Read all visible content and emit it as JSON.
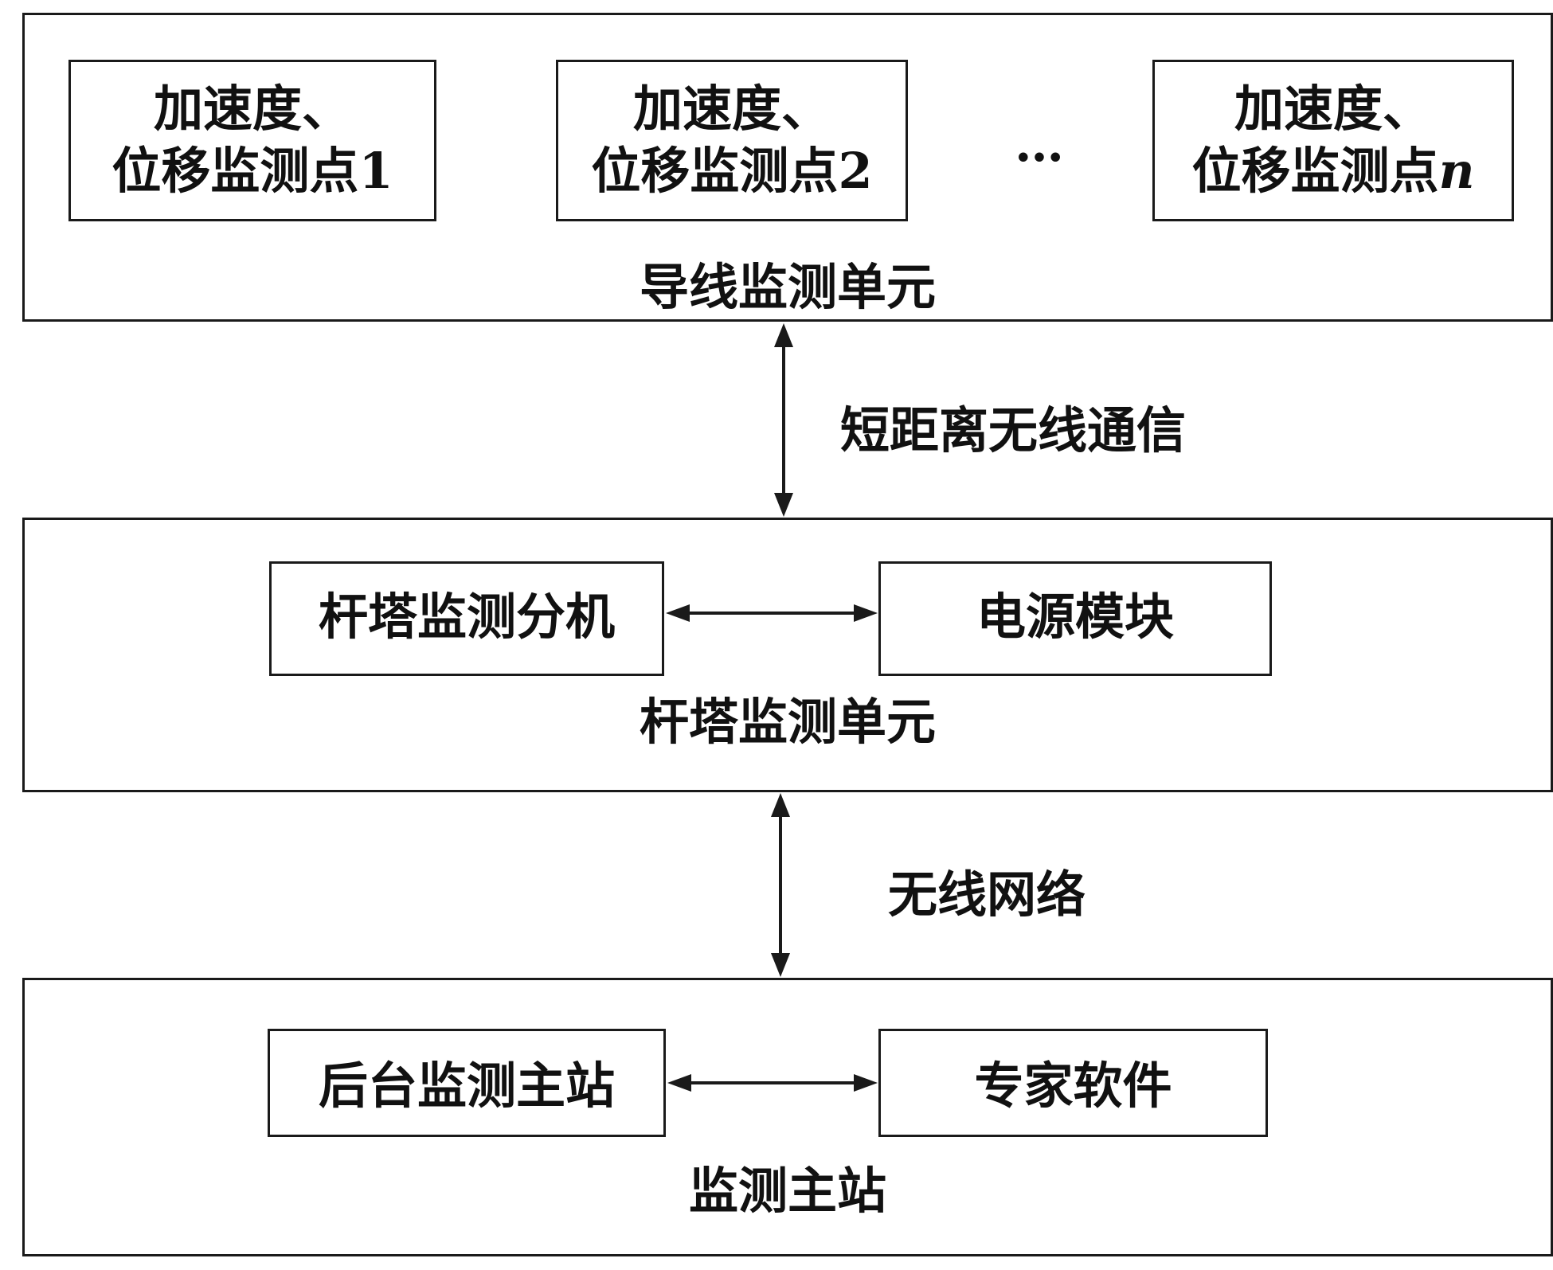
{
  "top_unit": {
    "label": "导线监测单元",
    "points": [
      {
        "line1": "加速度、",
        "line2": "位移监测点",
        "index": "1"
      },
      {
        "line1": "加速度、",
        "line2": "位移监测点",
        "index": "2"
      },
      {
        "line1": "加速度、",
        "line2": "位移监测点",
        "index": "n"
      }
    ],
    "ellipsis": "…"
  },
  "link_top": {
    "label": "短距离无线通信"
  },
  "middle_unit": {
    "label": "杆塔监测单元",
    "left_box": "杆塔监测分机",
    "right_box": "电源模块"
  },
  "link_bottom": {
    "label": "无线网络"
  },
  "bottom_unit": {
    "label": "监测主站",
    "left_box": "后台监测主站",
    "right_box": "专家软件"
  },
  "colors": {
    "stroke": "#1a1a1a",
    "text": "#111111",
    "background": "#ffffff"
  }
}
